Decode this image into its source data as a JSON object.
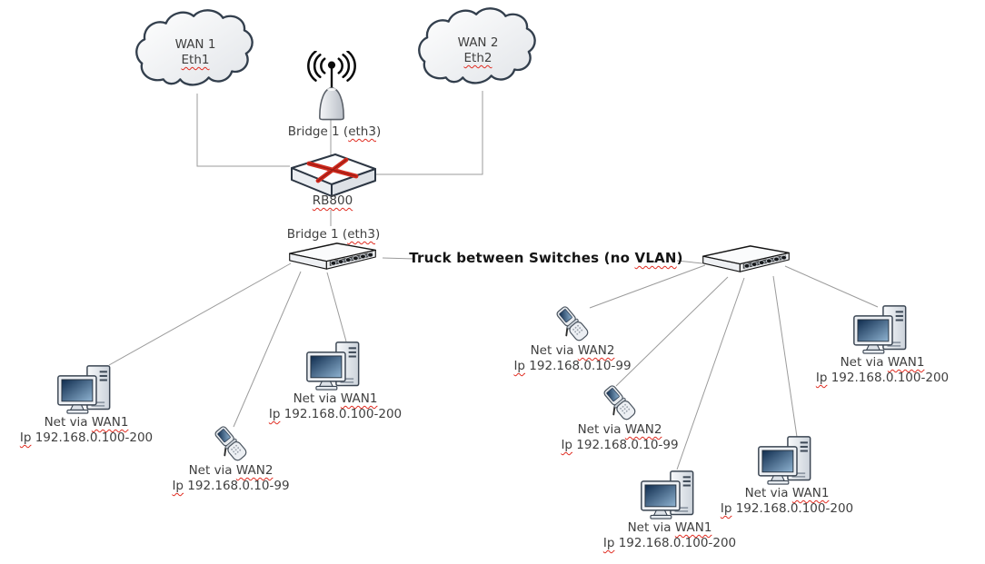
{
  "diagram": {
    "background": "#ffffff",
    "line_color": "#9b9b9b",
    "label_color": "#3f3f3f",
    "trunk_text_color": "#141414",
    "spellcheck_squiggle_color": "#e02b20",
    "router_x_color": "#c2251b",
    "screen_color": "#1d3e63"
  },
  "icons": {
    "cloud": "cloud-icon",
    "antenna": "wireless-antenna-icon",
    "router": "router-box-icon",
    "switch": "ethernet-switch-icon",
    "computer": "desktop-computer-icon",
    "phone": "flip-phone-icon"
  },
  "clouds": [
    {
      "name": "WAN 1",
      "iface": "Eth1"
    },
    {
      "name": "WAN 2",
      "iface": "Eth2"
    }
  ],
  "wireless_bridge": {
    "label_pre": "Bridge 1 (",
    "label_word": "eth3",
    "label_post": ")"
  },
  "router": {
    "label": "RB800"
  },
  "lan_bridge": {
    "label_pre": "Bridge 1 (",
    "label_word": "eth3",
    "label_post": ")"
  },
  "trunk": {
    "label_pre": "Truck between Switches (no ",
    "label_word": "VLAN",
    "label_post": ")"
  },
  "connections": [
    "WAN 1 cloud - RB800",
    "WAN 2 cloud - RB800",
    "wireless antenna Bridge 1 (eth3) - RB800",
    "RB800 - left switch (Bridge 1 eth3)",
    "left switch - right switch (Truck between Switches, no VLAN)",
    "left switch - 2 computers + 1 phone",
    "right switch - 3 computers + 2 phones"
  ],
  "devices": [
    {
      "type": "computer",
      "group": "left-switch",
      "net_pre": "Net via ",
      "net_word": "WAN1",
      "ip_word": "Ip",
      "ip_rest": " 192.168.0.100-200"
    },
    {
      "type": "phone",
      "group": "left-switch",
      "net_pre": "Net via ",
      "net_word": "WAN2",
      "ip_word": "Ip",
      "ip_rest": " 192.168.0.10-99"
    },
    {
      "type": "computer",
      "group": "left-switch",
      "net_pre": "Net via ",
      "net_word": "WAN1",
      "ip_word": "Ip",
      "ip_rest": " 192.168.0.100-200"
    },
    {
      "type": "phone",
      "group": "right-switch",
      "net_pre": "Net via ",
      "net_word": "WAN2",
      "ip_word": "Ip",
      "ip_rest": " 192.168.0.10-99"
    },
    {
      "type": "phone",
      "group": "right-switch",
      "net_pre": "Net via ",
      "net_word": "WAN2",
      "ip_word": "Ip",
      "ip_rest": " 192.168.0.10-99"
    },
    {
      "type": "computer",
      "group": "right-switch",
      "net_pre": "Net via ",
      "net_word": "WAN1",
      "ip_word": "Ip",
      "ip_rest": " 192.168.0.100-200"
    },
    {
      "type": "computer",
      "group": "right-switch",
      "net_pre": "Net via ",
      "net_word": "WAN1",
      "ip_word": "Ip",
      "ip_rest": " 192.168.0.100-200"
    },
    {
      "type": "computer",
      "group": "right-switch",
      "net_pre": "Net via ",
      "net_word": "WAN1",
      "ip_word": "Ip",
      "ip_rest": " 192.168.0.100-200"
    }
  ]
}
